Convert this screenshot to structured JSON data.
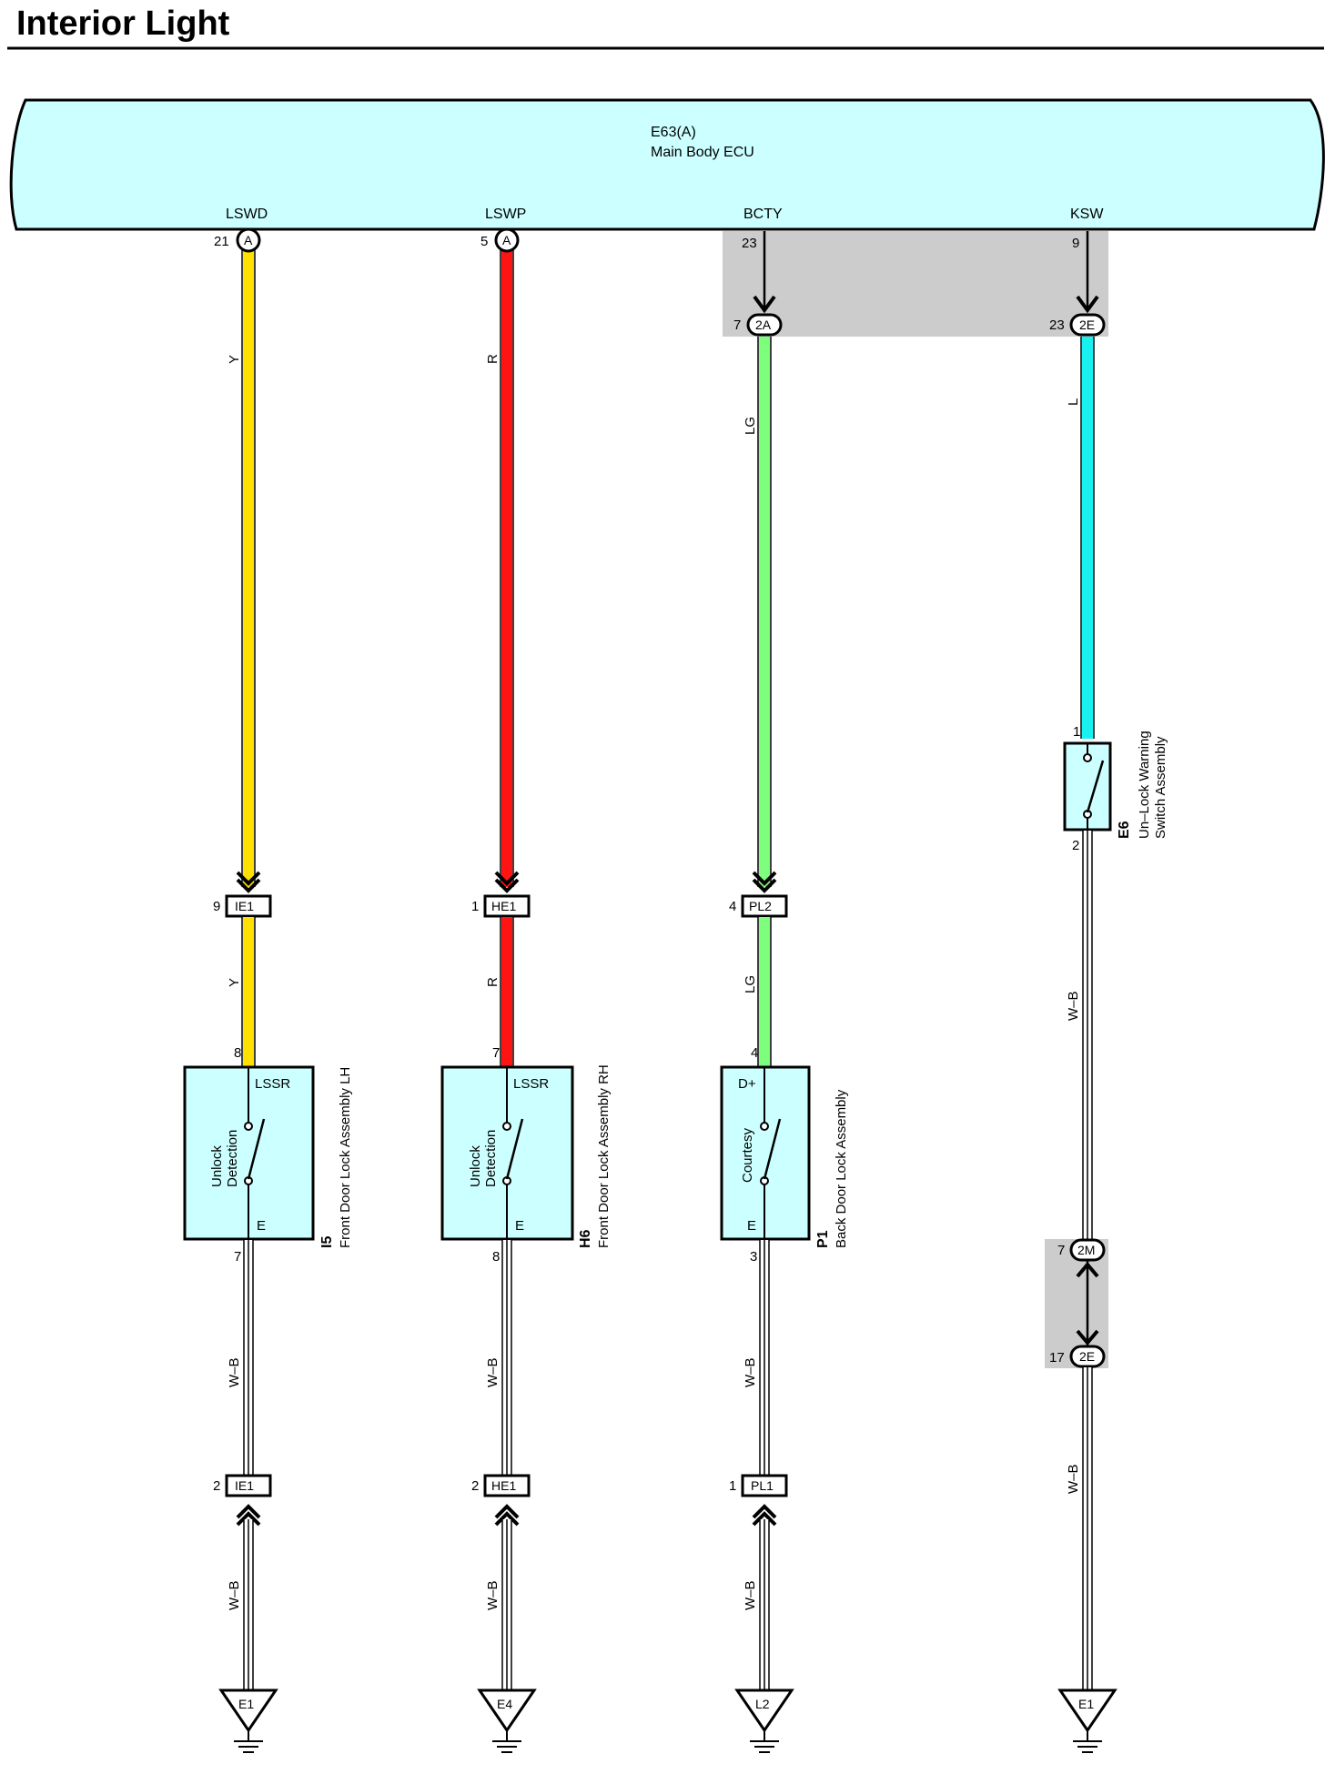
{
  "title": "Interior Light",
  "ecu": {
    "code": "E63(A)",
    "name": "Main Body ECU"
  },
  "colors": {
    "ecu_fill": "#ccffff",
    "splice_fill": "#cccccc",
    "Y": "#ffe000",
    "R": "#ff1414",
    "LG": "#7dff7d",
    "L": "#19f0f0",
    "WB": "#ffffff",
    "outline": "#000000"
  },
  "circuits": [
    {
      "terminal": "LSWD",
      "pin": "21",
      "pin_conn": "A",
      "wire_top": "Y",
      "wire_mid": "Y",
      "inline_connector": {
        "name": "IE1",
        "pin": "9"
      },
      "device": {
        "id": "I5",
        "name": "Front Door Lock Assembly LH",
        "top_terminal": "LSSR",
        "top_pin": "8",
        "switch_label": [
          "Unlock",
          "Detection"
        ],
        "bottom_terminal": "E",
        "bottom_pin": "7"
      },
      "wire_low": "W–B",
      "lower_connector": {
        "name": "IE1",
        "pin": "2"
      },
      "wire_ground": "W–B",
      "ground": "E1"
    },
    {
      "terminal": "LSWP",
      "pin": "5",
      "pin_conn": "A",
      "wire_top": "R",
      "wire_mid": "R",
      "inline_connector": {
        "name": "HE1",
        "pin": "1"
      },
      "device": {
        "id": "H6",
        "name": "Front Door Lock Assembly RH",
        "top_terminal": "LSSR",
        "top_pin": "7",
        "switch_label": [
          "Unlock",
          "Detection"
        ],
        "bottom_terminal": "E",
        "bottom_pin": "8"
      },
      "wire_low": "W–B",
      "lower_connector": {
        "name": "HE1",
        "pin": "2"
      },
      "wire_ground": "W–B",
      "ground": "E4"
    },
    {
      "terminal": "BCTY",
      "pin": "23",
      "junction": {
        "name": "2A",
        "pin": "7"
      },
      "wire_top": "LG",
      "wire_mid": "LG",
      "inline_connector": {
        "name": "PL2",
        "pin": "4"
      },
      "device": {
        "id": "P1",
        "name": "Back Door Lock Assembly",
        "top_terminal": "D+",
        "top_pin": "4",
        "switch_label": [
          "Courtesy"
        ],
        "bottom_terminal": "E",
        "bottom_pin": "3"
      },
      "wire_low": "W–B",
      "lower_connector": {
        "name": "PL1",
        "pin": "1"
      },
      "wire_ground": "W–B",
      "ground": "L2"
    },
    {
      "terminal": "KSW",
      "pin": "9",
      "junction": {
        "name": "2E",
        "pin": "23"
      },
      "wire_top": "L",
      "switch": {
        "id": "E6",
        "name_line1": "Un–Lock Warning",
        "name_line2": "Switch Assembly",
        "top_pin": "1",
        "bottom_pin": "2"
      },
      "wire_mid": "W–B",
      "junction2_top": {
        "name": "2M",
        "pin": "7"
      },
      "junction2_bottom": {
        "name": "2E",
        "pin": "17"
      },
      "wire_ground": "W–B",
      "ground": "E1"
    }
  ]
}
